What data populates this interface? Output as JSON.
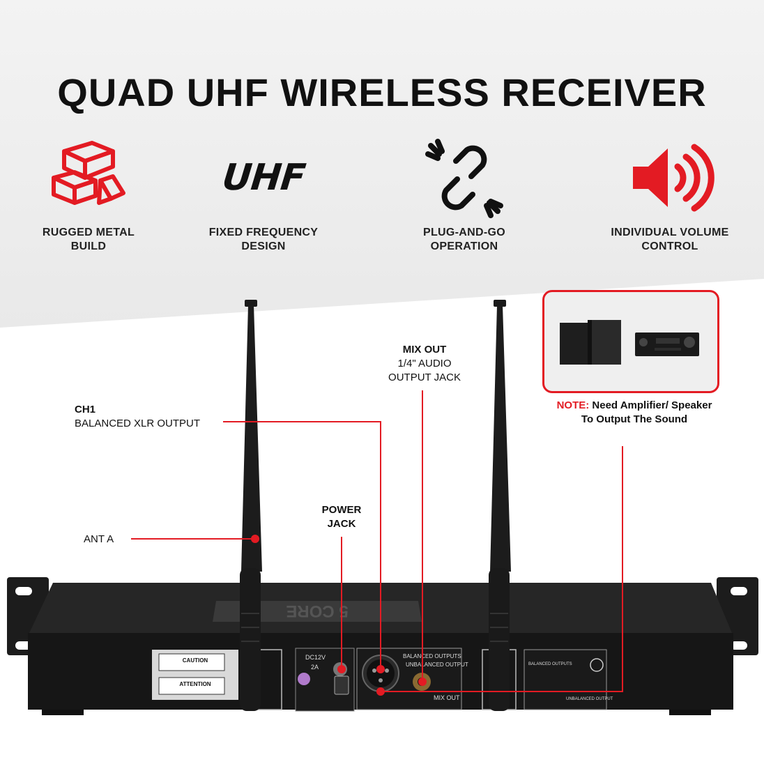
{
  "title": "QUAD UHF WIRELESS RECEIVER",
  "features": [
    {
      "icon": "metal-bars-icon",
      "line1": "RUGGED METAL",
      "line2": "BUILD"
    },
    {
      "icon": "uhf-text-icon",
      "icon_text": "UHF",
      "line1": "FIXED FREQUENCY",
      "line2": "DESIGN"
    },
    {
      "icon": "broken-link-icon",
      "line1": "PLUG-AND-GO",
      "line2": "OPERATION"
    },
    {
      "icon": "speaker-volume-icon",
      "line1": "INDIVIDUAL VOLUME",
      "line2": "CONTROL"
    }
  ],
  "callouts": {
    "ch1_title": "CH1",
    "ch1_desc": "BALANCED XLR OUTPUT",
    "ant_a": "ANT A",
    "power_line1": "POWER",
    "power_line2": "JACK",
    "mix_title": "MIX OUT",
    "mix_line1": "1/4\" AUDIO",
    "mix_line2": "OUTPUT JACK"
  },
  "note": {
    "prefix": "NOTE:",
    "line1": "Need Amplifier/ Speaker",
    "line2": "To Output The Sound"
  },
  "device_labels": {
    "brand": "5 CORE",
    "caution": "CAUTION",
    "attention": "ATTENTION",
    "dc": "DC12V",
    "amps": "2A",
    "balanced": "BALANCED OUTPUTS",
    "unbalanced": "UNBALANCED OUTPUT",
    "mixout": "MIX OUT",
    "balanced_r": "BALANCED OUTPUTS",
    "unbalanced_r": "UNBALANCED OUTPUT"
  },
  "colors": {
    "accent": "#e31b23",
    "device": "#1a1a1a"
  }
}
